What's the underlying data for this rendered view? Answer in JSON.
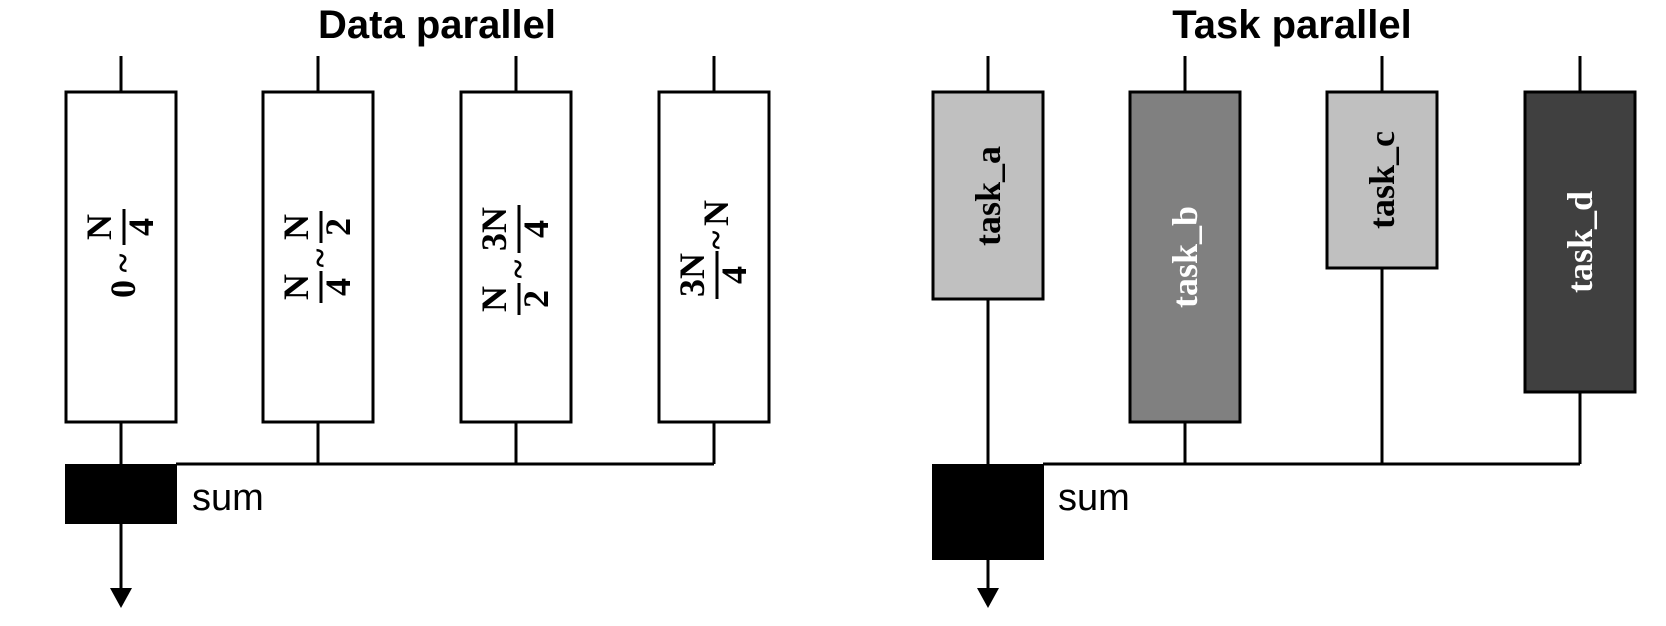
{
  "data_parallel": {
    "title": "Data parallel",
    "sum_label": "sum",
    "boxes": [
      {
        "start": "0",
        "sep": "~",
        "end_num": "N",
        "end_den": "4"
      },
      {
        "start_num": "N",
        "start_den": "4",
        "sep": "~",
        "end_num": "N",
        "end_den": "2"
      },
      {
        "start_num": "N",
        "start_den": "2",
        "sep": "~",
        "end_num": "3N",
        "end_den": "4"
      },
      {
        "start_num": "3N",
        "start_den": "4",
        "sep": "~",
        "end": "N"
      }
    ]
  },
  "task_parallel": {
    "title": "Task parallel",
    "sum_label": "sum",
    "tasks": [
      {
        "label": "task_a",
        "fill": "#c0c0c0",
        "text_color": "#000000"
      },
      {
        "label": "task_b",
        "fill": "#808080",
        "text_color": "#ffffff"
      },
      {
        "label": "task_c",
        "fill": "#c0c0c0",
        "text_color": "#000000"
      },
      {
        "label": "task_d",
        "fill": "#404040",
        "text_color": "#ffffff"
      }
    ]
  }
}
